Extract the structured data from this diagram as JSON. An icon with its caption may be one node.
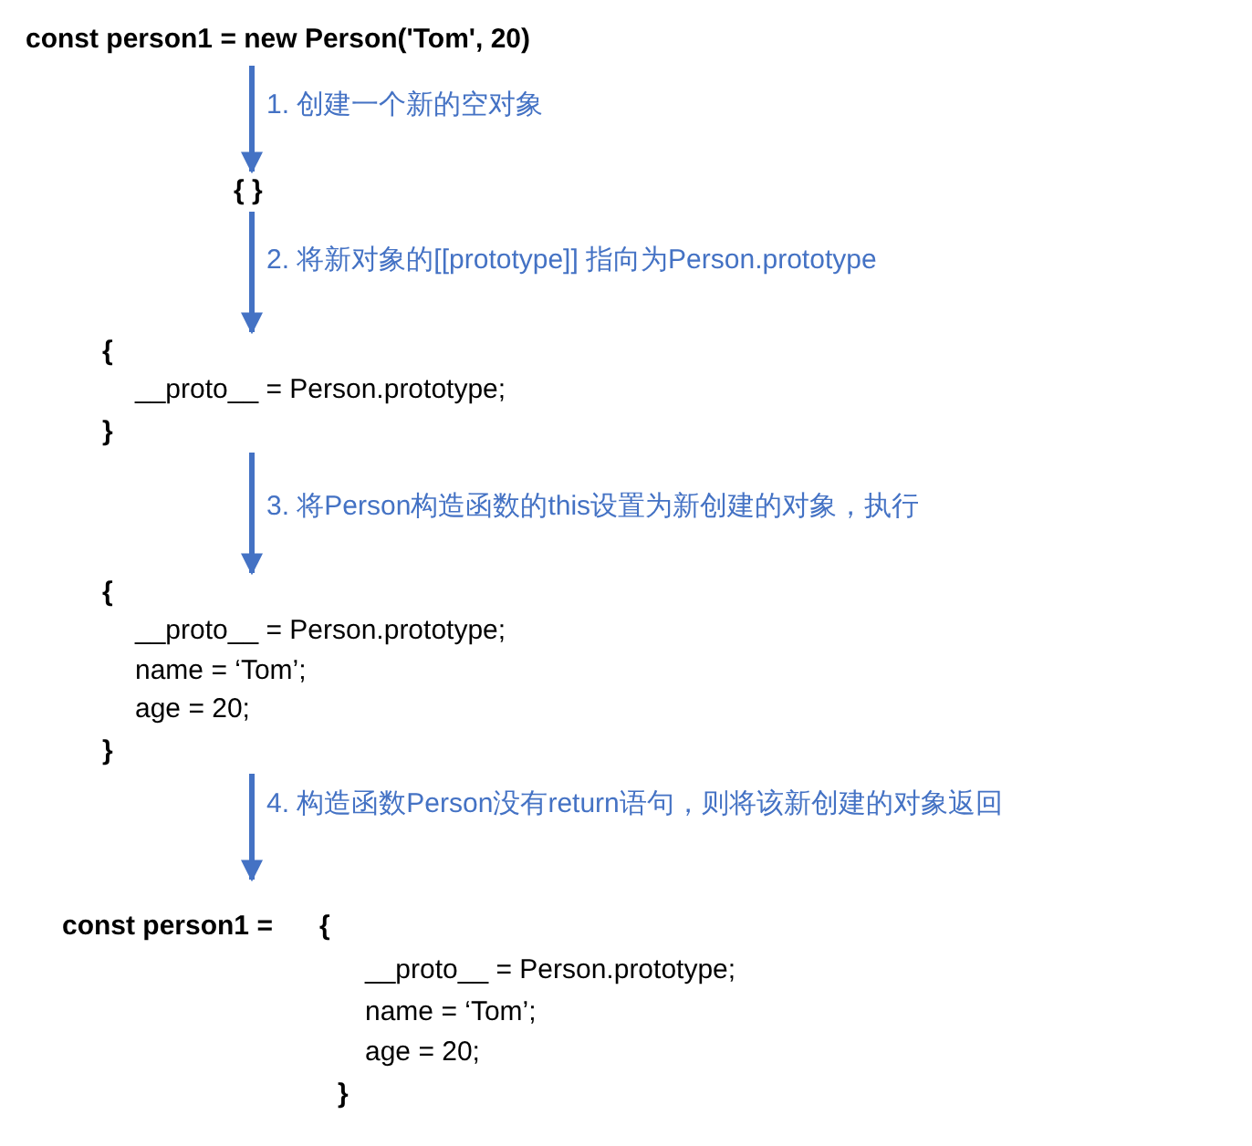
{
  "diagram": {
    "nodes": [
      {
        "text": [
          "const person1 = new Person('Tom', 20)"
        ]
      },
      {
        "text": [
          "{ }"
        ]
      },
      {
        "text": [
          "{",
          "__proto__ = Person.prototype;",
          "}"
        ]
      },
      {
        "text": [
          "{",
          "__proto__ = Person.prototype;",
          "name = ‘Tom’;",
          "age = 20;",
          "}"
        ]
      },
      {
        "text": [
          "const person1 =",
          "{",
          "__proto__ = Person.prototype;",
          "name = ‘Tom’;",
          "age = 20;",
          "}"
        ]
      }
    ],
    "edges": [
      {
        "from": 0,
        "to": 1,
        "arrow": "to",
        "label": "1. 创建一个新的空对象"
      },
      {
        "from": 1,
        "to": 2,
        "arrow": "to",
        "label": "2. 将新对象的[[prototype]] 指向为Person.prototype"
      },
      {
        "from": 2,
        "to": 3,
        "arrow": "to",
        "label": "3. 将Person构造函数的this设置为新创建的对象，执行"
      },
      {
        "from": 3,
        "to": 4,
        "arrow": "to",
        "label": "4. 构造函数Person没有return语句，则将该新创建的对象返回"
      }
    ]
  }
}
